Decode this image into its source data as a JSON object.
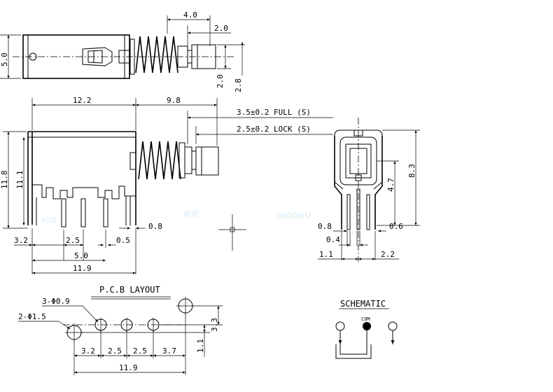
{
  "watermark": {
    "logo": "ICG",
    "chinese": "帝克",
    "latin": "DIGOGU",
    "color": "#cfe6f6"
  },
  "top_view": {
    "dims": {
      "d4_0": "4.0",
      "d2_0_top": "2.0",
      "d5_0": "5.0",
      "d2_0_side": "2.0",
      "d2_8": "2.8"
    }
  },
  "side_view": {
    "dims": {
      "d12_2": "12.2",
      "d9_8": "9.8",
      "d11_8": "11.8",
      "d11_1": "11.1",
      "d0_8": "0.8",
      "d3_2": "3.2",
      "d2_5": "2.5",
      "d0_5": "0.5",
      "d5_0": "5.0",
      "d11_9": "11.9"
    },
    "notes": {
      "full": "3.5±0.2  FULL (S)",
      "lock": "2.5±0.2  LOCK (S)"
    }
  },
  "end_view": {
    "dims": {
      "d8_3": "8.3",
      "d4_7": "4.7",
      "d0_8": "0.8",
      "d0_6": "0.6",
      "d0_4": "0.4",
      "d1_1": "1.1",
      "d2_2": "2.2"
    }
  },
  "pcb_layout": {
    "title": "P.C.B LAYOUT",
    "hole_small": "3-Φ0.9",
    "hole_large": "2-Φ1.5",
    "dims": {
      "d3_3": "3.3",
      "d1_1": "1.1",
      "d3_2": "3.2",
      "d2_5a": "2.5",
      "d2_5b": "2.5",
      "d3_7": "3.7",
      "d11_9": "11.9"
    }
  },
  "schematic": {
    "title": "SCHEMATIC",
    "com": "COM"
  }
}
